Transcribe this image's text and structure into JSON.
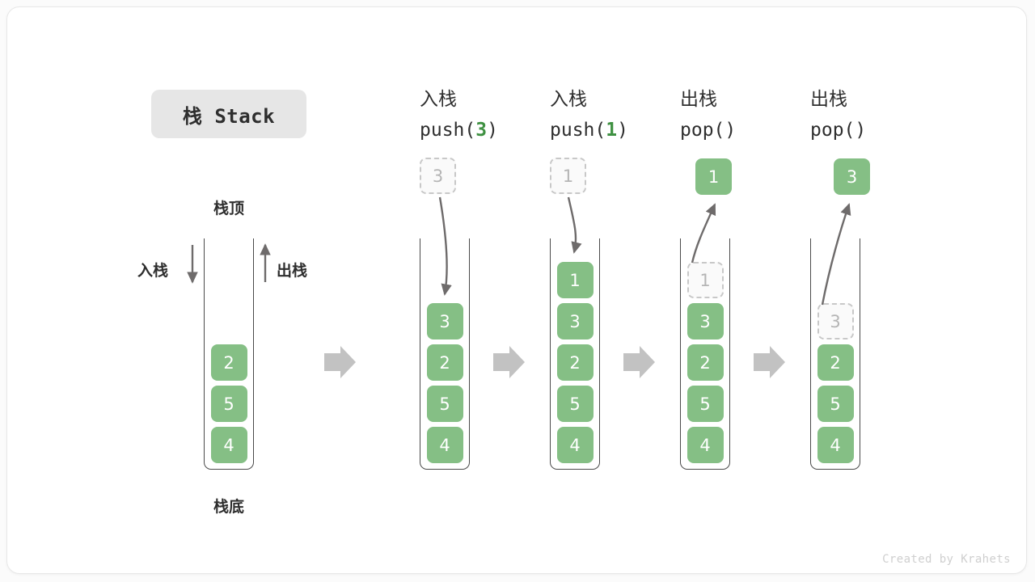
{
  "title": {
    "chip_label": "栈 Stack"
  },
  "legend": {
    "top_label": "栈顶",
    "bottom_label": "栈底",
    "push_label": "入栈",
    "pop_label": "出栈"
  },
  "footer": {
    "credit": "Created by Krahets"
  },
  "colors": {
    "cell_green": "#85bf85",
    "ghost_fill": "#fafafa",
    "ghost_border": "#c8c8c8",
    "ghost_text": "#b5b5b5",
    "code_accent_green": "#3f9142",
    "chip_bg": "#e6e6e6",
    "stroke_dark": "#4a4a4a",
    "step_arrow": "#c2c2c2"
  },
  "initial_stack": {
    "name": "initial",
    "cells_top_to_bottom": [
      "2",
      "5",
      "4"
    ]
  },
  "steps": [
    {
      "id": "push-3",
      "heading_cn": "入栈",
      "heading_code_prefix": "push(",
      "heading_code_value": "3",
      "heading_code_suffix": ")",
      "operation": "push",
      "value": "3",
      "float_cell": {
        "text": "3",
        "style": "ghost"
      },
      "arrow": "down-into-stack",
      "cells_top_to_bottom": [
        "3",
        "2",
        "5",
        "4"
      ],
      "ghost_index": -1
    },
    {
      "id": "push-1",
      "heading_cn": "入栈",
      "heading_code_prefix": "push(",
      "heading_code_value": "1",
      "heading_code_suffix": ")",
      "operation": "push",
      "value": "1",
      "float_cell": {
        "text": "1",
        "style": "ghost"
      },
      "arrow": "down-into-stack",
      "cells_top_to_bottom": [
        "1",
        "3",
        "2",
        "5",
        "4"
      ],
      "ghost_index": -1
    },
    {
      "id": "pop-1",
      "heading_cn": "出栈",
      "heading_code_prefix": "pop(",
      "heading_code_value": "",
      "heading_code_suffix": ")",
      "operation": "pop",
      "value": "1",
      "float_cell": {
        "text": "1",
        "style": "solid"
      },
      "arrow": "up-out-of-stack",
      "cells_top_to_bottom": [
        "1",
        "3",
        "2",
        "5",
        "4"
      ],
      "ghost_index": 0
    },
    {
      "id": "pop-3",
      "heading_cn": "出栈",
      "heading_code_prefix": "pop(",
      "heading_code_value": "",
      "heading_code_suffix": ")",
      "operation": "pop",
      "value": "3",
      "float_cell": {
        "text": "3",
        "style": "solid"
      },
      "arrow": "up-out-of-stack",
      "cells_top_to_bottom": [
        "3",
        "2",
        "5",
        "4"
      ],
      "ghost_index": 0
    }
  ],
  "step_separators": [
    "→",
    "→",
    "→",
    "→"
  ]
}
